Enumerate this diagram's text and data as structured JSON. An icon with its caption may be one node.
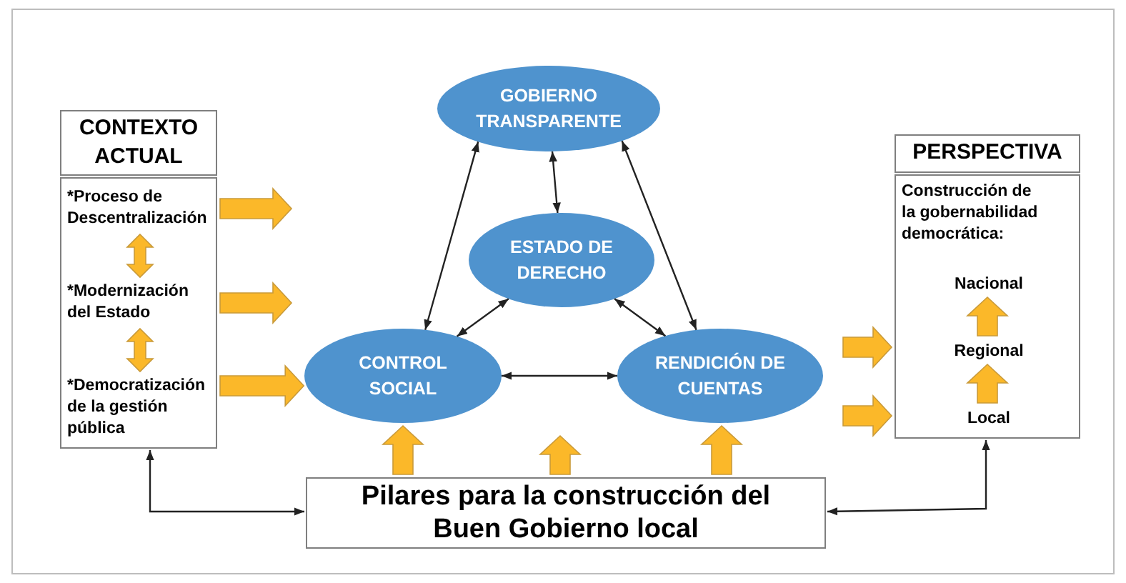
{
  "diagram": {
    "nodes": [
      {
        "text": [
          "CONTEXTO ACTUAL"
        ]
      },
      {
        "text": [],
        "shape": "box"
      },
      {
        "text": [
          "*Proceso de Descentralización"
        ],
        "in": 1
      },
      {
        "text": [
          "*Modernización del Estado"
        ],
        "in": 1
      },
      {
        "text": [
          "*Democratización de la gestión pública"
        ],
        "in": 1
      },
      {
        "text": [
          "GOBIERNO TRANSPARENTE"
        ]
      },
      {
        "text": [
          "ESTADO DE DERECHO"
        ]
      },
      {
        "text": [
          "CONTROL SOCIAL"
        ]
      },
      {
        "text": [
          "RENDICIÓN DE CUENTAS"
        ]
      },
      {
        "text": [
          "PERSPECTIVA"
        ]
      },
      {
        "text": [
          "Construcción de la gobernabilidad democrática:"
        ]
      },
      {
        "text": [
          "Nacional"
        ],
        "in": 10
      },
      {
        "text": [
          "Regional"
        ],
        "in": 10
      },
      {
        "text": [
          "Local"
        ],
        "in": 10
      },
      {
        "text": [
          "Pilares para la construcción del Buen Gobierno local"
        ]
      }
    ],
    "edges": [
      {
        "from": 2,
        "to": 3,
        "arrow": "both",
        "style": "thick",
        "color": "#fbb829"
      },
      {
        "from": 3,
        "to": 4,
        "arrow": "both",
        "style": "thick",
        "color": "#fbb829"
      },
      {
        "from": 1,
        "to": null,
        "arrow": "to",
        "style": "thick",
        "color": "#fbb829"
      },
      {
        "from": 1,
        "to": null,
        "arrow": "to",
        "style": "thick",
        "color": "#fbb829"
      },
      {
        "from": 1,
        "to": 7,
        "arrow": "to",
        "style": "thick",
        "color": "#fbb829"
      },
      {
        "from": 5,
        "to": 6,
        "arrow": "both"
      },
      {
        "from": 5,
        "to": 7,
        "arrow": "both"
      },
      {
        "from": 5,
        "to": 8,
        "arrow": "both"
      },
      {
        "from": 6,
        "to": 7,
        "arrow": "both"
      },
      {
        "from": 6,
        "to": 8,
        "arrow": "both"
      },
      {
        "from": 7,
        "to": 8,
        "arrow": "both"
      },
      {
        "from": null,
        "to": 10,
        "arrow": "to",
        "style": "thick",
        "color": "#fbb829"
      },
      {
        "from": null,
        "to": 10,
        "arrow": "to",
        "style": "thick",
        "color": "#fbb829"
      },
      {
        "from": 14,
        "to": 7,
        "arrow": "to",
        "style": "thick",
        "color": "#fbb829"
      },
      {
        "from": 14,
        "to": null,
        "arrow": "to",
        "style": "thick",
        "color": "#fbb829"
      },
      {
        "from": 14,
        "to": 8,
        "arrow": "to",
        "style": "thick",
        "color": "#fbb829"
      },
      {
        "from": 1,
        "to": 14,
        "arrow": "both"
      },
      {
        "from": 14,
        "to": 10,
        "arrow": "both"
      },
      {
        "from": 13,
        "to": 12,
        "arrow": "to",
        "style": "thick",
        "color": "#fbb829"
      },
      {
        "from": 12,
        "to": 11,
        "arrow": "to",
        "style": "thick",
        "color": "#fbb829"
      }
    ]
  }
}
